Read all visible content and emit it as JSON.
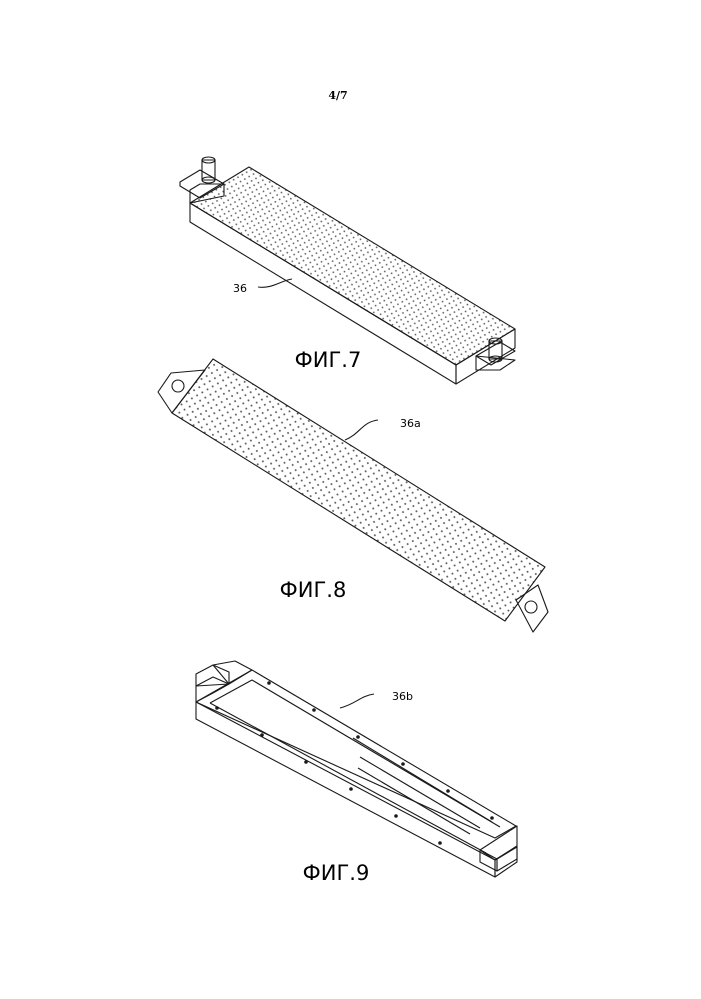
{
  "page": {
    "number": "4/7"
  },
  "figures": [
    {
      "caption": "ФИГ.7",
      "reference": "36"
    },
    {
      "caption": "ФИГ.8",
      "reference": "36a"
    },
    {
      "caption": "ФИГ.9",
      "reference": "36b"
    }
  ],
  "colors": {
    "ink": "#1a1a1a",
    "paper": "#ffffff",
    "dot_fill": "#555555"
  }
}
